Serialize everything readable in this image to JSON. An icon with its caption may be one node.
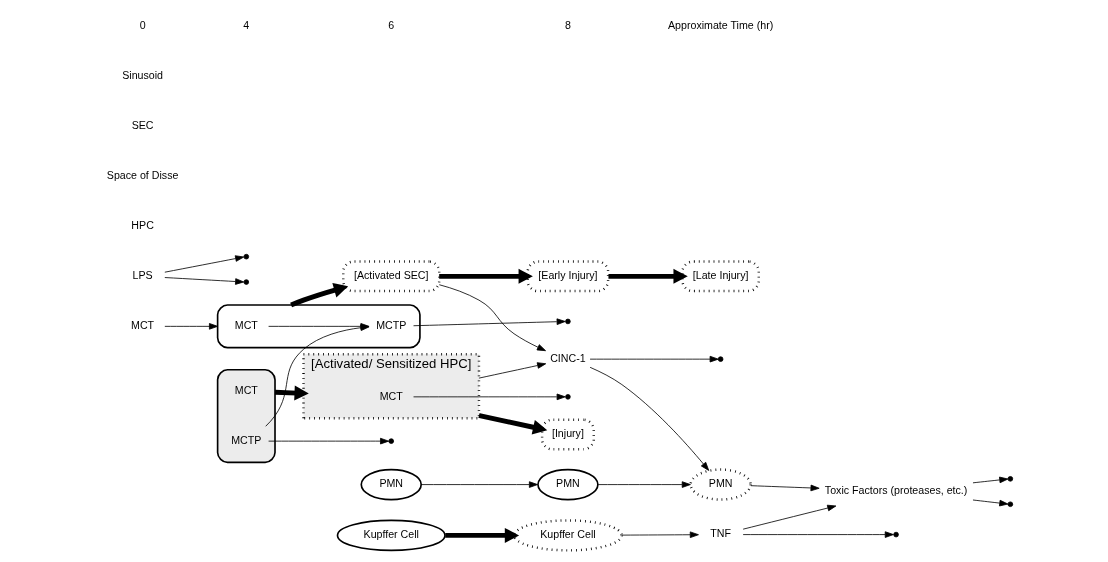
{
  "diagram": {
    "nodes": [
      {
        "text": [
          "MCT"
        ]
      },
      {
        "text": [
          "Kupffer Cell"
        ]
      },
      {
        "text": [],
        "shape": "box"
      },
      {
        "text": [
          "MCT"
        ],
        "in": 2
      },
      {
        "text": [
          "MCTP"
        ],
        "in": 2
      },
      {
        "text": [
          "LPS"
        ]
      },
      {
        "text": [
          "Kupffer Cell"
        ]
      },
      {
        "text": [
          "[Activated SEC]"
        ]
      },
      {
        "text": [
          "PMN"
        ]
      },
      {
        "text": [
          "PMN"
        ]
      },
      {
        "text": [
          "[Early Injury]"
        ]
      },
      {
        "text": [
          "[Late Injury]"
        ]
      },
      {
        "text": [
          "TNF"
        ]
      },
      {
        "text": [
          "CINC-1"
        ]
      },
      {
        "text": [
          "Toxic Factors (proteases, etc.)"
        ]
      },
      {
        "text": [],
        "shape": "box"
      },
      {
        "text": [
          "MCT"
        ],
        "in": 15
      },
      {
        "text": [
          "MCTP"
        ],
        "in": 15
      },
      {
        "text": [
          "[Activated/ Sensitized HPC]"
        ]
      },
      {
        "text": [
          "PMN"
        ]
      },
      {
        "text": [
          "MCT"
        ],
        "in": 18
      },
      {
        "text": [
          "[Injury]"
        ]
      }
    ],
    "edges": [
      {
        "from": 0,
        "to": 2,
        "arrow": "to"
      },
      {
        "from": 3,
        "to": 4,
        "arrow": "to"
      },
      {
        "from": 17,
        "to": 4,
        "arrow": "to"
      },
      {
        "from": 1,
        "to": 6,
        "arrow": "to",
        "style": "thick"
      },
      {
        "from": 5,
        "to": null,
        "arrow": "to"
      },
      {
        "from": 5,
        "to": null,
        "arrow": "to"
      },
      {
        "from": 4,
        "to": null,
        "arrow": "to"
      },
      {
        "from": 2,
        "to": 7,
        "arrow": "to",
        "style": "thick"
      },
      {
        "from": 6,
        "to": 12,
        "arrow": "to"
      },
      {
        "from": 7,
        "to": 13,
        "arrow": "to"
      },
      {
        "from": 7,
        "to": 10,
        "arrow": "to",
        "style": "thick"
      },
      {
        "from": 8,
        "to": 9,
        "arrow": "to"
      },
      {
        "from": 9,
        "to": 19,
        "arrow": "to"
      },
      {
        "from": 12,
        "to": null,
        "arrow": "to"
      },
      {
        "from": 12,
        "to": 14,
        "arrow": "to"
      },
      {
        "from": 13,
        "to": null,
        "arrow": "to"
      },
      {
        "from": 13,
        "to": 19,
        "arrow": "to"
      },
      {
        "from": 19,
        "to": 14,
        "arrow": "to"
      },
      {
        "from": 18,
        "to": 13,
        "arrow": "to"
      },
      {
        "from": 17,
        "to": null,
        "arrow": "to"
      },
      {
        "from": 15,
        "to": 18,
        "arrow": "to",
        "style": "thick"
      },
      {
        "from": 20,
        "to": null,
        "arrow": "to"
      },
      {
        "from": 14,
        "to": null,
        "arrow": "to"
      },
      {
        "from": 14,
        "to": null,
        "arrow": "to"
      },
      {
        "from": 10,
        "to": 11,
        "arrow": "to",
        "style": "thick"
      },
      {
        "from": 18,
        "to": 21,
        "arrow": "to",
        "style": "thick"
      }
    ],
    "labels": [
      "Sinusoid",
      "SEC",
      "Space of Disse",
      "HPC",
      "0",
      "4",
      "6",
      "8",
      "Approximate Time (hr)"
    ]
  }
}
